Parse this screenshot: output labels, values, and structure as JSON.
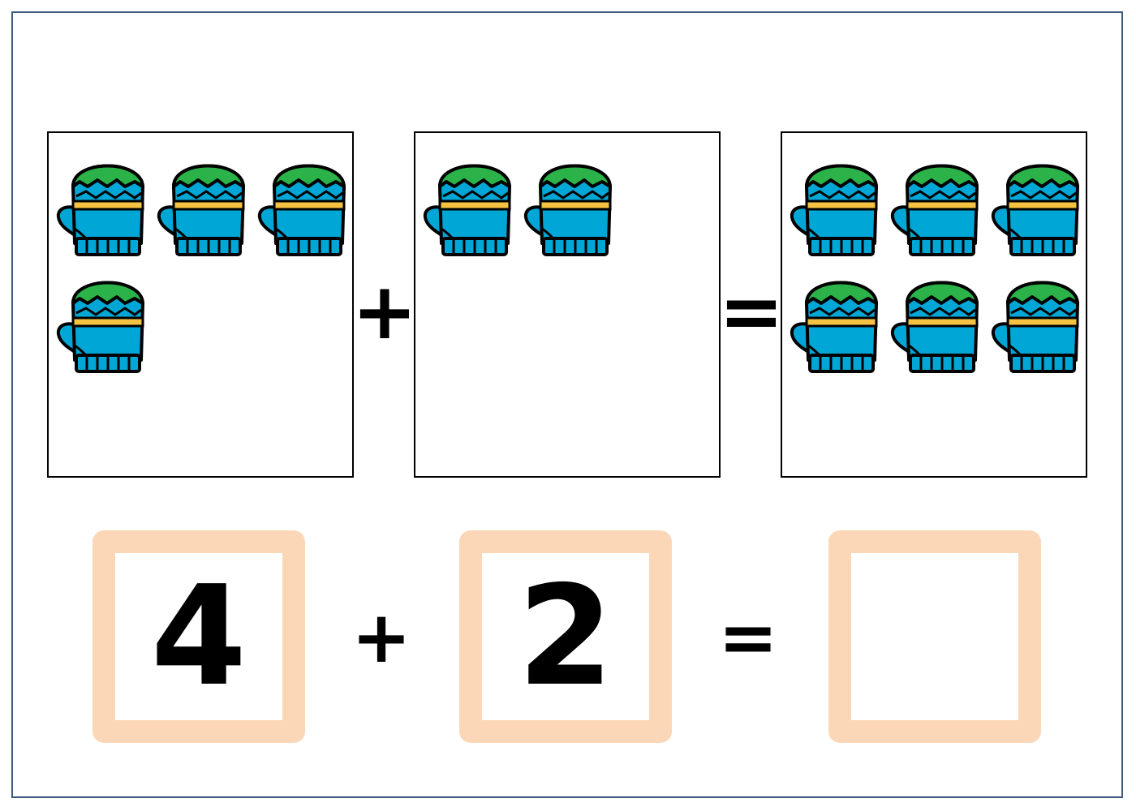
{
  "equation_picture": {
    "left_count": 4,
    "right_count": 2,
    "result_count": 6,
    "object_icon": "mitten-icon",
    "plus_symbol": "+",
    "equals_symbol": "="
  },
  "equation_numbers": {
    "first_addend": "4",
    "plus_symbol": "+",
    "second_addend": "2",
    "equals_symbol": "=",
    "answer": ""
  },
  "colors": {
    "frame_border": "#3d5a7f",
    "answer_box_border": "#fbd7b8",
    "mitten_body": "#00a7d6",
    "mitten_top": "#2bb34a",
    "mitten_band": "#f5c242"
  }
}
